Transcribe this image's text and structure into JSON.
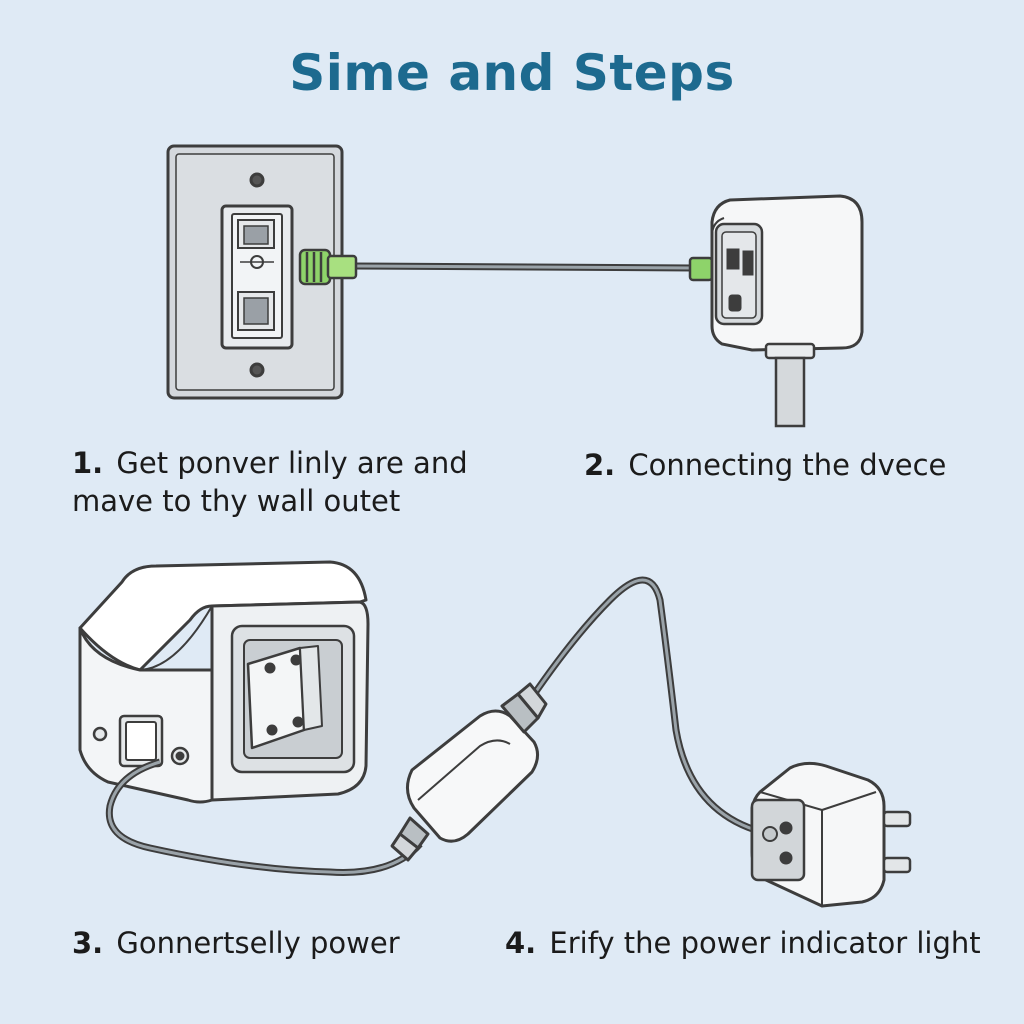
{
  "title": "Sime and Steps",
  "steps": [
    {
      "number": "1.",
      "text": "Get ponver linly are and mave to thy wall outet"
    },
    {
      "number": "2.",
      "text": "Connecting the dvece"
    },
    {
      "number": "3.",
      "text": "Gonnertselly power"
    },
    {
      "number": "4.",
      "text": "Erify the power indicator light"
    }
  ],
  "colors": {
    "background": "#dfeaf5",
    "title": "#1d6a8f",
    "connector_green": "#8ed36a",
    "outline": "#3d3d3d"
  },
  "icons": [
    "wall-outlet-icon",
    "plug-adapter-icon",
    "power-box-icon",
    "inline-adapter-icon",
    "wall-plug-icon"
  ]
}
